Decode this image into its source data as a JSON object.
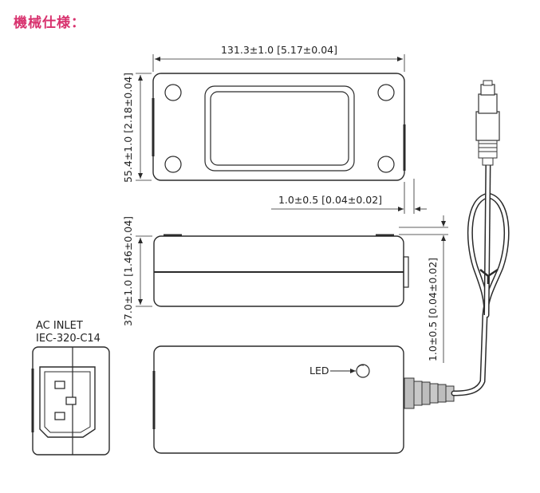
{
  "title": "機械仕様：",
  "dimensions": {
    "length": "131.3±1.0 [5.17±0.04]",
    "width": "55.4±1.0 [2.18±0.04]",
    "foot_top": "1.0±0.5 [0.04±0.02]",
    "height": "37.0±1.0 [1.46±0.04]",
    "foot_side": "1.0±0.5 [0.04±0.02]"
  },
  "inlet": {
    "line1": "AC INLET",
    "line2": "IEC-320-C14"
  },
  "led_label": "LED"
}
